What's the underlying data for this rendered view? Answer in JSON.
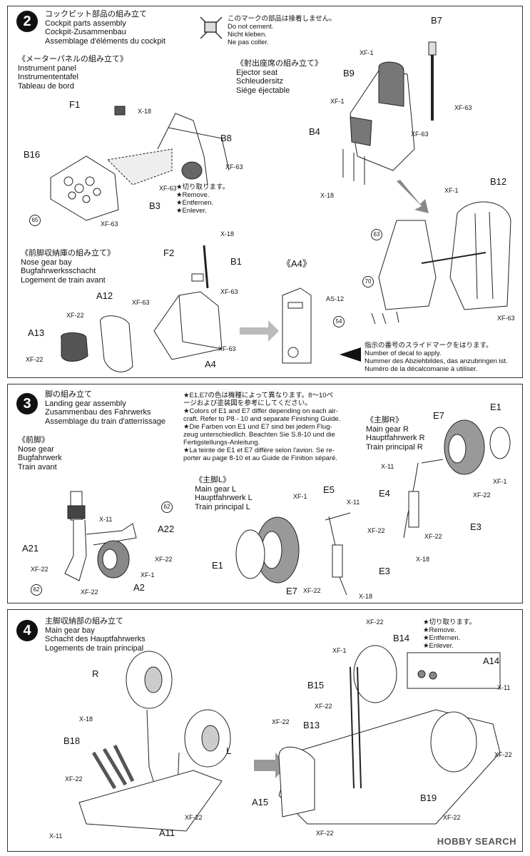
{
  "step2": {
    "number": "2",
    "title": [
      "コックピット部品の組み立て",
      "Cockpit parts assembly",
      "Cockpit-Zusammenbau",
      "Assemblage d'éléments du cockpit"
    ],
    "no_cement": [
      "このマークの部品は接着しません。",
      "Do not cement.",
      "Nicht kleben.",
      "Ne pas coller."
    ],
    "instrument_panel": [
      "《メーターパネルの組み立て》",
      "Instrument panel",
      "Instrumententafel",
      "Tableau de bord"
    ],
    "ejector_seat": [
      "《射出座席の組み立て》",
      "Ejector seat",
      "Schleudersitz",
      "Siége éjectable"
    ],
    "nose_gear_bay": [
      "《前脚収納庫の組み立て》",
      "Nose gear bay",
      "Bugfahrwerksschacht",
      "Logement de train avant"
    ],
    "remove_note": [
      "★切り取ります。",
      "★Remove.",
      "★Entfernen.",
      "★Enlever."
    ],
    "decal_note": [
      "指示の番号のスライドマークをはります。",
      "Number of decal to apply.",
      "Nummer des Abziehbildes, das anzubringen ist.",
      "Numéro de la décalcomanie à utiliser."
    ],
    "a4_label": "《A4》",
    "parts": {
      "F1": "F1",
      "X18a": "X-18",
      "B8": "B8",
      "B16": "B16",
      "XF63a": "XF-63",
      "XF63b": "XF-63",
      "XF63c": "XF-63",
      "B3": "B3",
      "c65": "65",
      "B7": "B7",
      "XF1a": "XF-1",
      "B9": "B9",
      "XF1b": "XF-1",
      "XF63d": "XF-63",
      "B4": "B4",
      "XF63e": "XF-63",
      "X18b": "X-18",
      "B12": "B12",
      "XF1c": "XF-1",
      "c63": "63",
      "c70": "70",
      "XF63f": "XF-63",
      "X18c": "X-18",
      "B1": "B1",
      "F2": "F2",
      "XF63g": "XF-63",
      "A12": "A12",
      "XF63h": "XF-63",
      "XF22a": "XF-22",
      "A13": "A13",
      "XF22b": "XF-22",
      "XF63i": "XF-63",
      "A4": "A4",
      "AS12": "AS-12",
      "c54": "54"
    }
  },
  "step3": {
    "number": "3",
    "title": [
      "脚の組み立て",
      "Landing gear assembly",
      "Zusammenbau des Fahrwerks",
      "Assemblage du train d'atterrissage"
    ],
    "color_note": [
      "★E1,E7の色は機種によって異なります。8～10ペ",
      "ージおよび塗装図を参考にしてください。",
      "★Colors of E1 and E7 differ depending on each air-",
      "craft. Refer to P8 - 10 and separate Finishing Guide.",
      "★Die Farben von E1 und E7 sind bei jedem Flug-",
      "zeug unterschiedlich. Beachten Sie S.8-10 und die",
      "Fertigstellungs-Anleitung.",
      "★La teinte de E1 et E7 diffère selon l'avion. Se re-",
      "porter au page 8-10 et au Guide de Finition séparé."
    ],
    "nose_gear": [
      "《前脚》",
      "Nose gear",
      "Bugfahrwerk",
      "Train avant"
    ],
    "main_gear_l": [
      "《主脚L》",
      "Main gear L",
      "Hauptfahrwerk L",
      "Train principal L"
    ],
    "main_gear_r": [
      "《主脚R》",
      "Main gear R",
      "Hauptfahrwerk R",
      "Train principal R"
    ],
    "parts": {
      "c62a": "62",
      "X11a": "X-11",
      "A22": "A22",
      "A21": "A21",
      "XF22a": "XF-22",
      "XF22b": "XF-22",
      "XF1a": "XF-1",
      "A2": "A2",
      "XF22c": "XF-22",
      "c62b": "62",
      "E5": "E5",
      "XF1b": "XF-1",
      "X11b": "X-11",
      "XF22d": "XF-22",
      "E1a": "E1",
      "E3a": "E3",
      "E7a": "E7",
      "XF22e": "XF-22",
      "X18a": "X-18",
      "E7b": "E7",
      "E1b": "E1",
      "X11c": "X-11",
      "XF1c": "XF-1",
      "E4": "E4",
      "XF22f": "XF-22",
      "E3b": "E3",
      "XF22g": "XF-22",
      "X18b": "X-18"
    }
  },
  "step4": {
    "number": "4",
    "title": [
      "主脚収納部の組み立て",
      "Main gear bay",
      "Schacht des Hauptfahrwerks",
      "Logements de train principal"
    ],
    "remove_note": [
      "★切り取ります。",
      "★Remove.",
      "★Entfernen.",
      "★Enlever."
    ],
    "parts": {
      "R": "R",
      "X18": "X-18",
      "B18": "B18",
      "L": "L",
      "XF22a": "XF-22",
      "XF22b": "XF-22",
      "X11a": "X-11",
      "A11": "A11",
      "XF22c": "XF-22",
      "B14": "B14",
      "XF1": "XF-1",
      "B15": "B15",
      "XF22d": "XF-22",
      "XF22e": "XF-22",
      "B13": "B13",
      "A14": "A14",
      "X11b": "X-11",
      "XF22f": "XF-22",
      "A15": "A15",
      "B19": "B19",
      "XF22g": "XF-22",
      "XF22h": "XF-22"
    }
  },
  "watermark": "HOBBY SEARCH"
}
